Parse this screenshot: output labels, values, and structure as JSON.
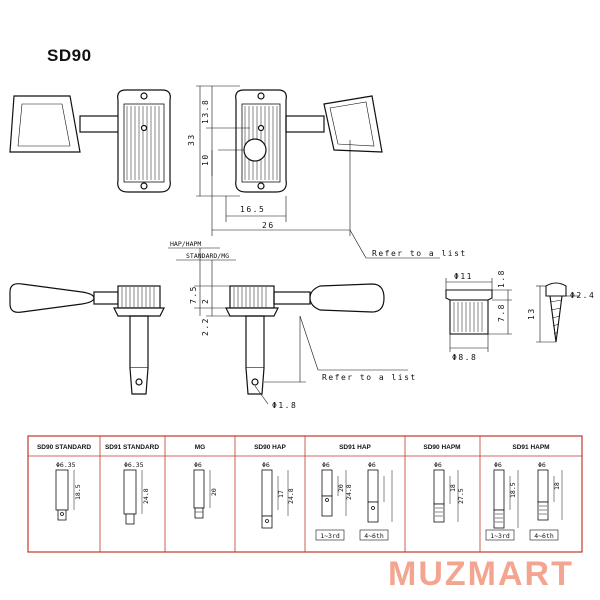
{
  "title": "SD90",
  "labels": {
    "refer_list_top": "Refer to a list",
    "refer_list_side": "Refer to a list",
    "hap_hapm": "HAP/HAPM",
    "standard_mg": "STANDARD/MG"
  },
  "dims_top": {
    "d33": "33",
    "d138": "13.8",
    "d10": "10",
    "d165": "16.5",
    "d26": "26"
  },
  "dims_side": {
    "d75": "7.5",
    "d2": "2",
    "d22": "2.2",
    "phi18": "Φ1.8"
  },
  "bushing": {
    "phi11": "Φ11",
    "phi88": "Φ8.8",
    "h18": "1.8",
    "h78": "7.8"
  },
  "screw": {
    "phi24": "Φ2.4",
    "len13": "13"
  },
  "table": {
    "headers": [
      "SD90 STANDARD",
      "SD91 STANDARD",
      "MG",
      "SD90 HAP",
      "SD91 HAP",
      "SD90 HAPM",
      "SD91 HAPM"
    ],
    "dia": [
      "Φ6.35",
      "Φ6.35",
      "Φ6",
      "Φ6",
      "Φ6",
      "Φ6",
      "Φ6"
    ],
    "len": [
      "18.5",
      "24.8",
      "20",
      "17",
      "24.8",
      "18",
      "27.5"
    ],
    "len_alt": [
      "",
      "",
      "",
      "24.8",
      "20",
      "",
      "18.5"
    ],
    "boxes": [
      "1~3rd",
      "4~6th",
      "1~3rd",
      "4~6th"
    ]
  },
  "brand": "MUZMART",
  "colors": {
    "accent": "#f4a58f",
    "table_border": "#c0392b"
  }
}
